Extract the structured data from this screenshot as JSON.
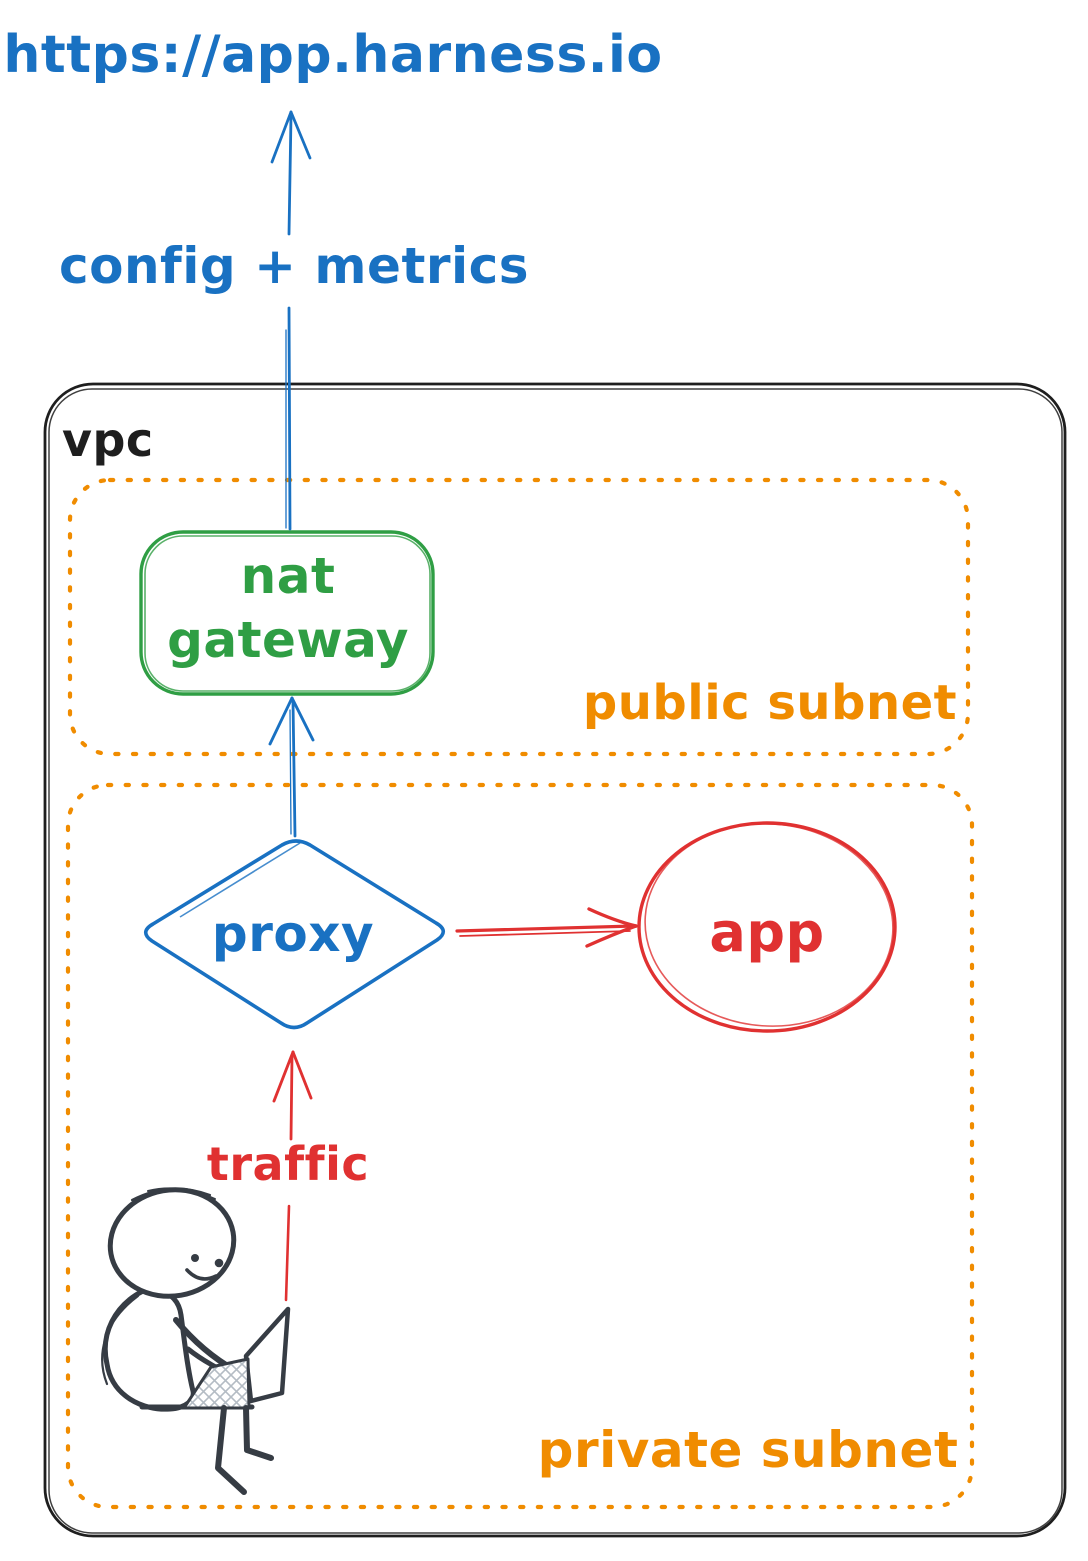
{
  "diagram": {
    "url_label": "https://app.harness.io",
    "config_arrow_label": "config + metrics",
    "vpc_label": "vpc",
    "public_subnet": {
      "label": "public subnet",
      "nat_gateway": {
        "line1": "nat",
        "line2": "gateway"
      }
    },
    "private_subnet": {
      "label": "private subnet",
      "proxy_label": "proxy",
      "app_label": "app",
      "traffic_arrow_label": "traffic",
      "person_figure": "person-sitting-with-laptop"
    },
    "colors": {
      "blue": "#1971c2",
      "green": "#2f9e44",
      "orange": "#f08c00",
      "red": "#e03131",
      "ink": "#1e1e1e",
      "person_ink": "#363c44"
    }
  }
}
